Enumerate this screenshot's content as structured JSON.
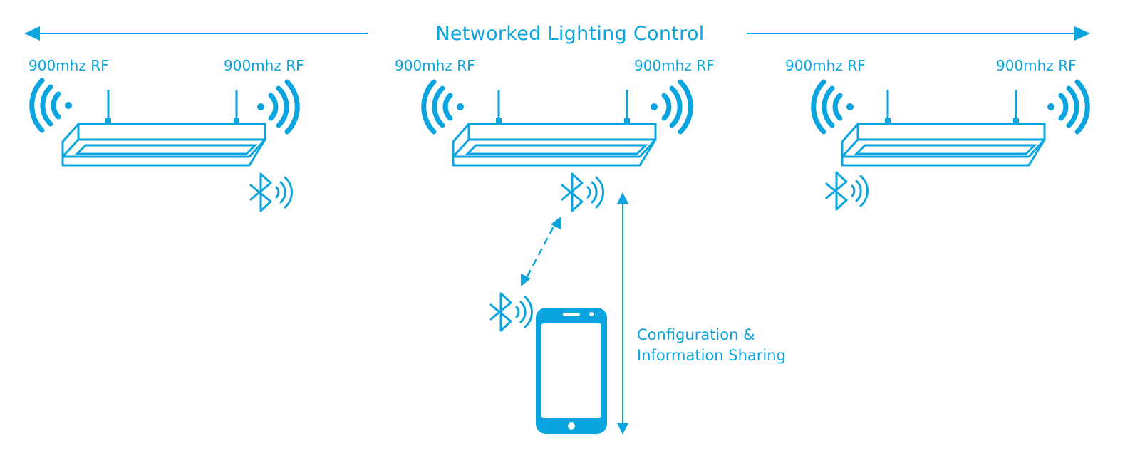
{
  "diagram": {
    "title": "Networked Lighting Control",
    "fixtures": [
      {
        "left_rf_label": "900mhz RF",
        "right_rf_label": "900mhz RF"
      },
      {
        "left_rf_label": "900mhz RF",
        "right_rf_label": "900mhz RF"
      },
      {
        "left_rf_label": "900mhz RF",
        "right_rf_label": "900mhz RF"
      }
    ],
    "phone_link_caption_line1": "Configuration &",
    "phone_link_caption_line2": "Information Sharing",
    "colors": {
      "accent": "#0aa5e0",
      "background": "#ffffff"
    },
    "icons": [
      "wifi-signal-icon",
      "bluetooth-icon",
      "smartphone-icon",
      "light-fixture-icon"
    ]
  }
}
